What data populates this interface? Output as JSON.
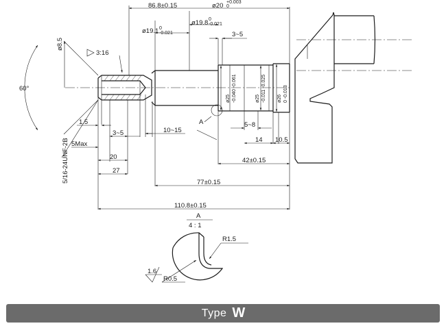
{
  "dimensions": {
    "length_86_8": "86.8±0.15",
    "dia_20": "ø20",
    "dia_20_tol": "+0.003",
    "dia_20_tol_lower": "0",
    "dia_19_8": "ø19.8",
    "dia_19_8_tol_upper": "0",
    "dia_19_8_tol_lower": "-0.021",
    "dia_19_1": "ø19.1",
    "dia_19_1_tol_upper": "0",
    "dia_19_1_tol_lower": "-0.021",
    "range_3_5_top": "3~5",
    "dia_8_5": "ø8.5",
    "taper": "3:16",
    "angle_60": "60°",
    "dia_25_a": "ø25",
    "dia_25_a_tol": "-0.040 -0.061",
    "dia_25_b": "ø25",
    "dia_25_b_tol": "-0.011 -0.025",
    "dia_26": "ø26",
    "dia_26_tol": "0 -0.013",
    "len_1_5": "1.5",
    "range_3_5_bottom": "3~5",
    "range_10_15": "10~15",
    "section_callout": "A",
    "range_5_8": "5~8",
    "thread": "5/16-24UNF-2B",
    "five_max": "5Max",
    "len_14": "14",
    "len_10_5": "10.5",
    "len_20": "20",
    "len_42": "42±0.15",
    "len_27": "27",
    "len_77": "77±0.15",
    "len_110_8": "110.8±0.15"
  },
  "detail": {
    "label": "A",
    "scale": "4 : 1",
    "radius_1_5": "R1.5",
    "radius_0_5": "R0.5",
    "surface_finish": "1.6"
  },
  "footer": {
    "label": "Type",
    "value": "W"
  },
  "colors": {
    "line": "#1a1a1a",
    "footer_bg": "#6b6b6b",
    "footer_text": "#ffffff"
  }
}
